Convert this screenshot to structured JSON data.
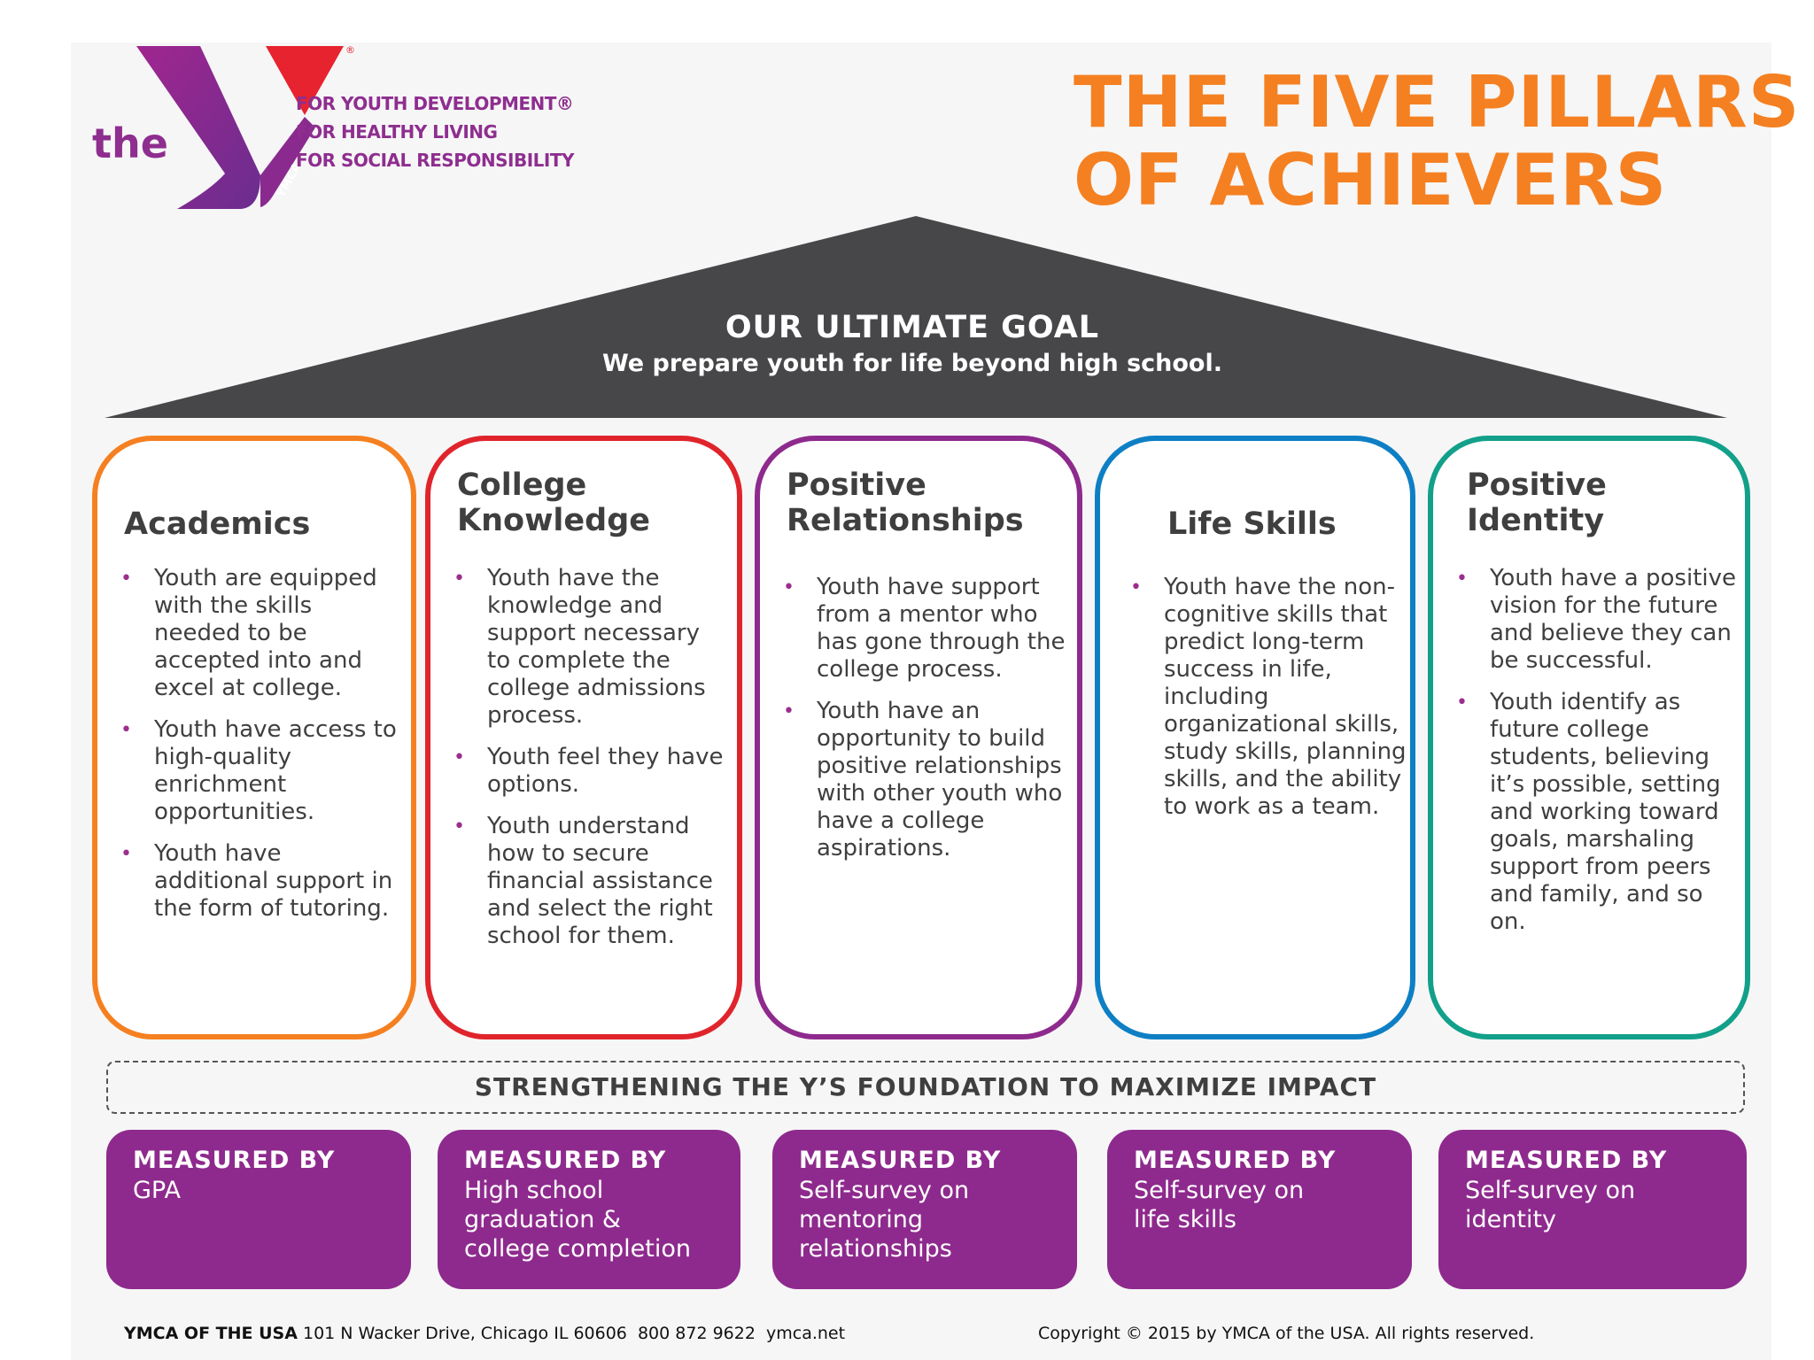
{
  "logo": {
    "wordmark": "the",
    "ymca": "YMCA",
    "registered": "®",
    "tagline": [
      "FOR YOUTH DEVELOPMENT®",
      "FOR HEALTHY LIVING",
      "FOR SOCIAL RESPONSIBILITY"
    ]
  },
  "title": [
    "THE FIVE PILLARS",
    "OF ACHIEVERS"
  ],
  "goal": {
    "title": "OUR ULTIMATE GOAL",
    "subtitle": "We prepare youth for life beyond high school."
  },
  "colors": {
    "orange": "#f58021",
    "red": "#e0242c",
    "purple": "#8e2a8d",
    "blue": "#0e7fc4",
    "teal": "#13a08a",
    "roof": "#47474a"
  },
  "bullet_glyph": "•",
  "pillars": [
    {
      "title": "Academics",
      "bullets": [
        "Youth are equipped with the skills needed to be accepted into and excel at college.",
        "Youth have access to high-quality enrichment opportunities.",
        "Youth have additional support in the form of tutoring."
      ]
    },
    {
      "title": "College Knowledge",
      "bullets": [
        "Youth have the knowledge and support necessary to complete the college admissions process.",
        "Youth feel they have options.",
        "Youth understand how to secure financial assistance and select the right school for them."
      ]
    },
    {
      "title": "Positive Relationships",
      "bullets": [
        "Youth have support from a mentor who has gone through the college process.",
        "Youth have an opportunity to build positive relationships with other youth who have a college aspirations."
      ]
    },
    {
      "title": "Life Skills",
      "bullets": [
        "Youth have the non-cognitive skills that predict long-term success in life, including organizational skills, study skills, planning skills, and the ability to work as a team."
      ]
    },
    {
      "title": "Positive Identity",
      "bullets": [
        "Youth have a positive vision for the future and believe they can be successful.",
        "Youth identify as future college students, believing it’s possible, setting and working toward goals, marshaling support from peers and family, and so on."
      ]
    }
  ],
  "foundation": "STRENGTHENING THE Y’S FOUNDATION TO MAXIMIZE IMPACT",
  "measures": [
    {
      "heading": "MEASURED BY",
      "text": "GPA"
    },
    {
      "heading": "MEASURED BY",
      "text": "High school\ngraduation &\ncollege completion"
    },
    {
      "heading": "MEASURED BY",
      "text": "Self-survey on\nmentoring\nrelationships"
    },
    {
      "heading": "MEASURED BY",
      "text": "Self-survey on\nlife skills"
    },
    {
      "heading": "MEASURED BY",
      "text": "Self-survey on\nidentity"
    }
  ],
  "footer": {
    "org": "YMCA OF THE USA",
    "address": " 101 N Wacker Drive, Chicago IL 60606  800 872 9622  ymca.net",
    "copyright": "Copyright © 2015 by YMCA of the USA. All rights reserved."
  }
}
